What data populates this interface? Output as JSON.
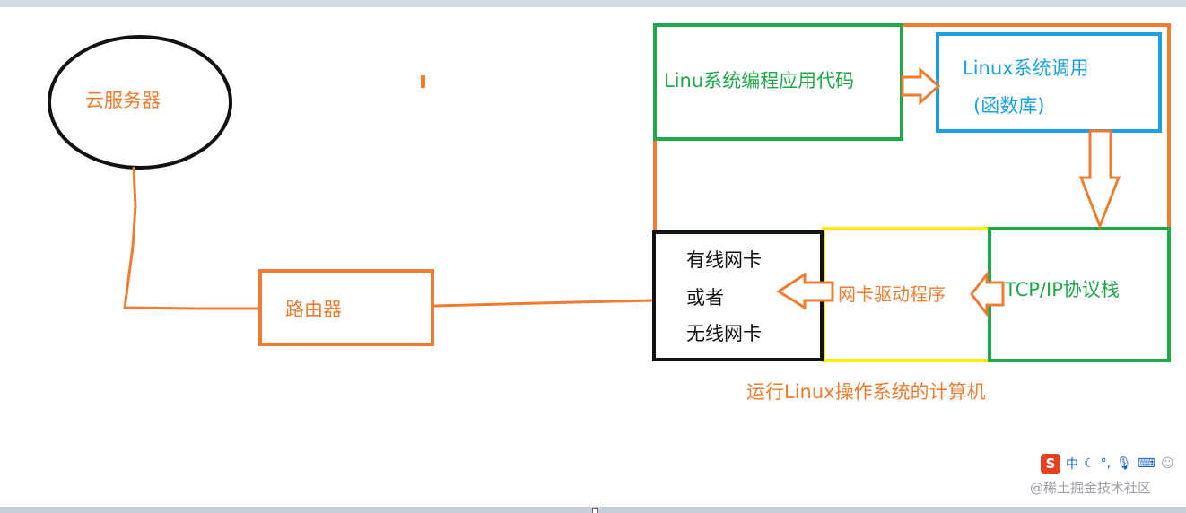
{
  "diagram": {
    "cloud_server": "云服务器",
    "router": "路由器",
    "nic_line1": "有线网卡",
    "nic_line2": "或者",
    "nic_line3": "无线网卡",
    "driver": "网卡驱动程序",
    "tcpip": "TCP/IP协议栈",
    "app_code": "Linu系统编程应用代码",
    "syscall_line1": "Linux系统调用",
    "syscall_line2": "(函数库)",
    "computer_caption": "运行Linux操作系统的计算机"
  },
  "colors": {
    "orange": "#ed7d31",
    "green": "#1ea84a",
    "blue": "#1ba1e2",
    "yellow": "#ffeb00",
    "black": "#111111"
  },
  "ime_toolbar": {
    "logo": "S",
    "mode": "中",
    "icons": [
      "moon-icon",
      "punctuation-icon",
      "microphone-icon",
      "keyboard-icon",
      "user-icon"
    ]
  },
  "watermark": "@稀土掘金技术社区"
}
